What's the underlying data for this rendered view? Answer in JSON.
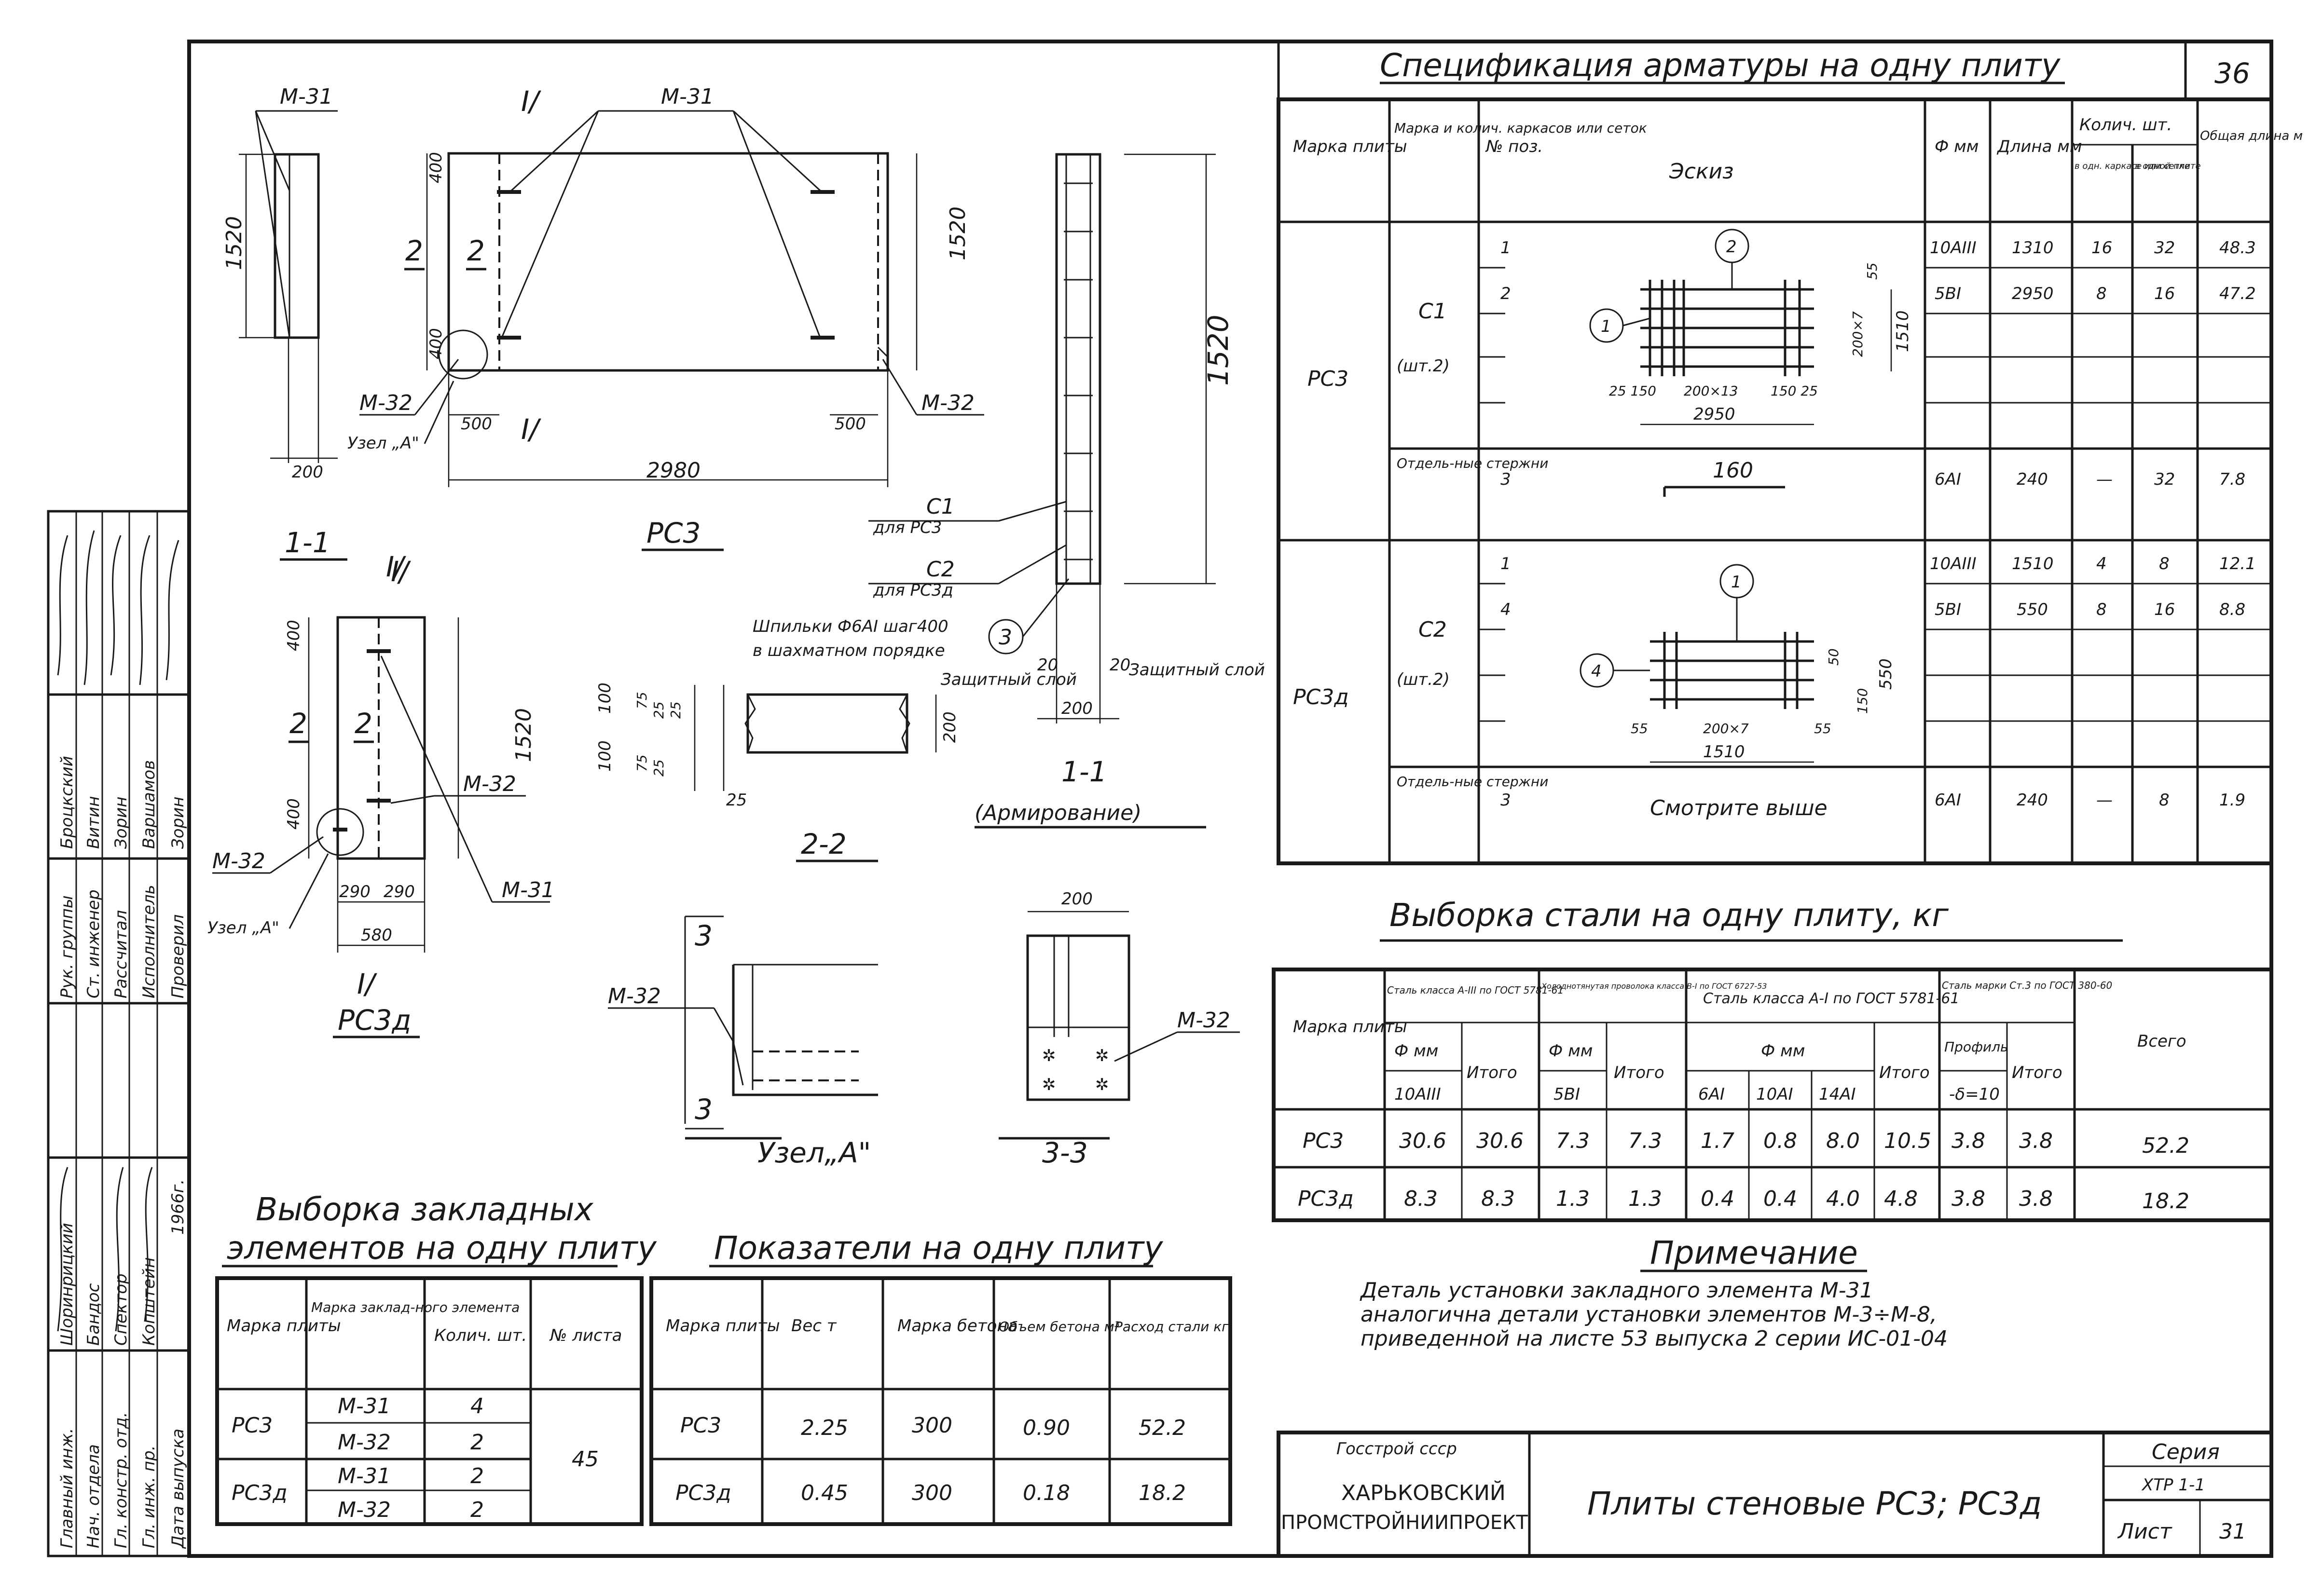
{
  "sheet": {
    "page_number": "36",
    "series_label": "Серия",
    "series_code": "ХТР 1-1",
    "sheet_label": "Лист",
    "sheet_number": "31",
    "org_line1": "Госстрой ссср",
    "org_line2": "ХАРЬКОВСКИЙ",
    "org_line3": "ПРОМСТРОЙНИИПРОЕКТ",
    "title": "Плиты стеновые РС3; РС3д"
  },
  "side_stamp": {
    "rows": [
      {
        "role": "Рук. группы",
        "name": "Броцкский"
      },
      {
        "role": "Ст. инженер",
        "name": "Витин"
      },
      {
        "role": "Рассчитал",
        "name": "Зорин"
      },
      {
        "role": "Исполнитель",
        "name": "Варшамов"
      },
      {
        "role": "Проверил",
        "name": "Зорин"
      }
    ],
    "rows2": [
      {
        "role": "Главный инж.",
        "name": "Шоринрицкий"
      },
      {
        "role": "Нач. отдела",
        "name": "Бандос"
      },
      {
        "role": "Гл. констр. отд.",
        "name": "Спектор"
      },
      {
        "role": "Гл. инж. пр.",
        "name": "Копштейн"
      },
      {
        "role": "Дата выпуска",
        "name": "1966г."
      }
    ]
  },
  "drawing_labels": {
    "m31": "М-31",
    "m32": "М-32",
    "section_11": "1-1",
    "section_22": "2-2",
    "section_33": "3-3",
    "arm_section": "1-1",
    "arm_caption": "(Армирование)",
    "rs3": "РС3",
    "rs3d": "РС3д",
    "node_a": "Узел „А\"",
    "node_a_caption": "Узел„А\"",
    "c1_label": "С1",
    "c1_for": "для РС3",
    "c2_label": "С2",
    "c2_for": "для РС3д",
    "pins_note1": "Шпильки Ф6АI шаг400",
    "pins_note2": "в шахматном порядке",
    "protect_layer": "Защитный слой",
    "two": "2",
    "roman": "I/"
  },
  "dims": {
    "d1520": "1520",
    "d400": "400",
    "d200": "200",
    "d500": "500",
    "d2980": "2980",
    "d290": "290",
    "d580": "580",
    "d100": "100",
    "d75": "75",
    "d25": "25",
    "d20": "20",
    "d160": "160",
    "d2950": "2950",
    "d1510": "1510",
    "d55": "55",
    "d50": "50",
    "d550": "550",
    "d150": "150",
    "dstep1": "200×13",
    "dstep2": "200×7",
    "dsmall": "150 25",
    "d25_150": "25 150"
  },
  "spec_table": {
    "title": "Спецификация арматуры на одну плиту",
    "headers": [
      "Марка плиты",
      "Марка и колич. каркасов или сеток",
      "№ поз.",
      "Эскиз",
      "Ф мм",
      "Длина мм",
      "Колич. шт.",
      "Общая длина м"
    ],
    "sub_headers": [
      "в одн. каркасе или сетке",
      "в одной плите"
    ],
    "rows": [
      {
        "plate": "РС3",
        "mark": "С1",
        "count": "(шт.2)",
        "pos": "1",
        "dia": "10АIII",
        "len": "1310",
        "n1": "16",
        "n2": "32",
        "total": "48.3"
      },
      {
        "plate": "",
        "mark": "",
        "count": "",
        "pos": "2",
        "dia": "5ВI",
        "len": "2950",
        "n1": "8",
        "n2": "16",
        "total": "47.2"
      },
      {
        "plate": "",
        "mark": "Отдель-ные стержни",
        "count": "",
        "pos": "3",
        "dia": "6АI",
        "len": "240",
        "n1": "—",
        "n2": "32",
        "total": "7.8"
      },
      {
        "plate": "РС3д",
        "mark": "С2",
        "count": "(шт.2)",
        "pos": "1",
        "dia": "10АIII",
        "len": "1510",
        "n1": "4",
        "n2": "8",
        "total": "12.1"
      },
      {
        "plate": "",
        "mark": "",
        "count": "",
        "pos": "4",
        "dia": "5ВI",
        "len": "550",
        "n1": "8",
        "n2": "16",
        "total": "8.8"
      },
      {
        "plate": "",
        "mark": "Отдель-ные стержни",
        "count": "",
        "pos": "3",
        "dia": "6АI",
        "len": "240",
        "n1": "—",
        "n2": "8",
        "total": "1.9"
      }
    ],
    "see_above": "Смотрите выше"
  },
  "steel_table": {
    "title": "Выборка стали на одну плиту, кг",
    "h_plate": "Марка плиты",
    "h_g1": "Сталь класса А-III по ГОСТ 5781-61",
    "h_g2": "Холоднотянутая проволока класса В-I по ГОСТ 6727-53",
    "h_g3": "Сталь класса А-I по ГОСТ 5781-61",
    "h_g4": "Сталь марки Ст.3 по ГОСТ 380-60",
    "h_total": "Всего",
    "h_phi": "Ф мм",
    "h_itogo": "Итого",
    "h_prof": "Профиль",
    "sub": [
      "10АIII",
      "5ВI",
      "6АI",
      "10АI",
      "14АI",
      "-δ=10"
    ],
    "rows": [
      {
        "plate": "РС3",
        "v": [
          "30.6",
          "30.6",
          "7.3",
          "7.3",
          "1.7",
          "0.8",
          "8.0",
          "10.5",
          "3.8",
          "3.8",
          "52.2"
        ]
      },
      {
        "plate": "РС3д",
        "v": [
          "8.3",
          "8.3",
          "1.3",
          "1.3",
          "0.4",
          "0.4",
          "4.0",
          "4.8",
          "3.8",
          "3.8",
          "18.2"
        ]
      }
    ]
  },
  "note": {
    "title": "Примечание",
    "line1": "Деталь установки закладного элемента М-31",
    "line2": "аналогична детали установки элементов М-3÷М-8,",
    "line3": "приведенной на листе 53 выпуска 2 серии ИС-01-04"
  },
  "embed_table": {
    "title1": "Выборка закладных",
    "title2": "элементов на одну плиту",
    "headers": [
      "Марка плиты",
      "Марка заклад-ного элемента",
      "Колич. шт.",
      "№ листа"
    ],
    "rows": [
      {
        "plate": "РС3",
        "el": "М-31",
        "n": "4"
      },
      {
        "plate": "",
        "el": "М-32",
        "n": "2"
      },
      {
        "plate": "РС3д",
        "el": "М-31",
        "n": "2"
      },
      {
        "plate": "",
        "el": "М-32",
        "n": "2"
      }
    ],
    "sheet_no": "45"
  },
  "indicators_table": {
    "title": "Показатели на одну плиту",
    "headers": [
      "Марка плиты",
      "Вес т",
      "Марка бетона",
      "Объем бетона м³",
      "Расход стали кг"
    ],
    "rows": [
      {
        "plate": "РС3",
        "w": "2.25",
        "b": "300",
        "v": "0.90",
        "s": "52.2"
      },
      {
        "plate": "РС3д",
        "w": "0.45",
        "b": "300",
        "v": "0.18",
        "s": "18.2"
      }
    ]
  }
}
